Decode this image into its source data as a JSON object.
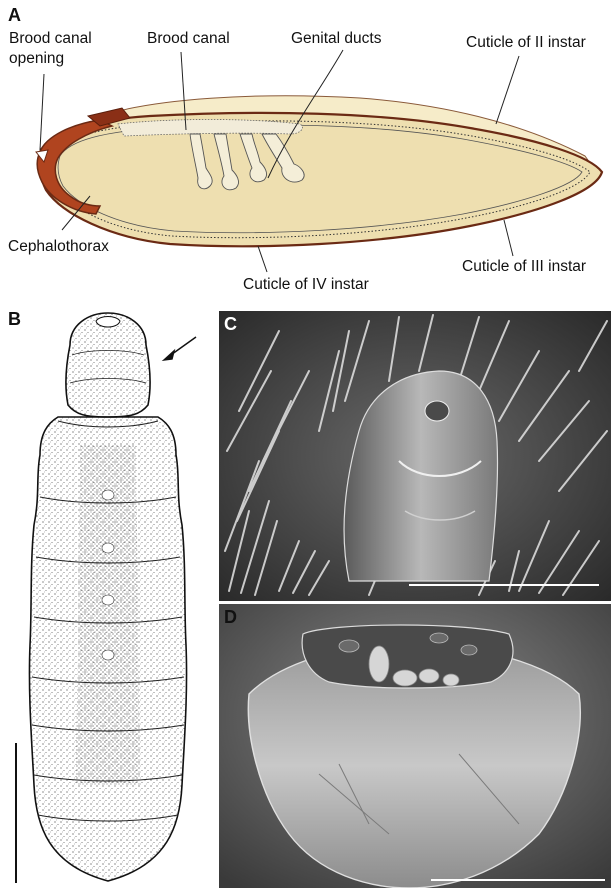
{
  "panels": {
    "a": {
      "letter": "A",
      "labels": {
        "brood_canal_opening_1": "Brood canal",
        "brood_canal_opening_2": "opening",
        "brood_canal": "Brood canal",
        "genital_ducts": "Genital ducts",
        "cuticle_ii": "Cuticle of II instar",
        "cephalothorax": "Cephalothorax",
        "cuticle_iii": "Cuticle of III instar",
        "cuticle_iv": "Cuticle of IV instar"
      }
    },
    "b": {
      "letter": "B"
    },
    "c": {
      "letter": "C"
    },
    "d": {
      "letter": "D"
    }
  },
  "colors": {
    "body_fill": "#eedfb0",
    "cuticle_ii": "#f6ecc9",
    "cuticle_outline": "#6b2a14",
    "cephalothorax": "#b0441f",
    "brood_canal": "#f2ecd9",
    "sem_dark": "#3a3a3a",
    "sem_light": "#d8d8d8"
  }
}
